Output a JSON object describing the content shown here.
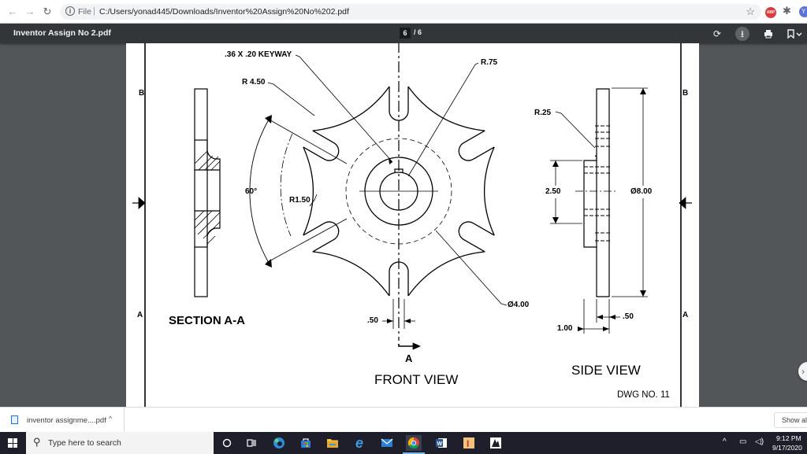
{
  "browser": {
    "back_icon": "arrow-left-icon",
    "forward_icon": "arrow-right-icon",
    "reload_icon": "reload-icon",
    "info_icon": "info-icon",
    "url_scheme_label": "File",
    "url_separator": "|",
    "url": "C:/Users/yonad445/Downloads/Inventor%20Assign%20No%202.pdf",
    "bookmark_icon": "star-icon",
    "extension_abp_label": "ABP",
    "extension_puzzle_icon": "puzzle-icon",
    "profile_initial": "Y"
  },
  "pdf_toolbar": {
    "title": "Inventor Assign No 2.pdf",
    "current_page": "6",
    "page_total": "/ 6",
    "rotate_icon": "rotate-icon",
    "download_icon": "download-icon",
    "print_icon": "print-icon",
    "more_icon": "bookmark-dropdown-icon"
  },
  "drawing": {
    "zone_b_left": "B",
    "zone_b_right": "B",
    "zone_a_left": "A",
    "zone_a_right": "A",
    "keyway_label": ".36 X .20 KEYWAY",
    "r75_label": "R.75",
    "r450_label": "R 4.50",
    "r25_label": "R.25",
    "angle_label": "60°",
    "r150_label": "R1.50",
    "height_250_label": "2.50",
    "diameter_800_label": "Ø8.00",
    "diameter_400_label": "Ø4.00",
    "width_50_front_label": ".50",
    "width_50_side_label": ".50",
    "width_100_label": "1.00",
    "section_title": "SECTION A-A",
    "cut_label": "A",
    "front_view_title": "FRONT VIEW",
    "side_view_title": "SIDE VIEW",
    "drawing_number": "DWG NO. 11"
  },
  "downloads": {
    "file_name": "inventor assignme....pdf",
    "caret_icon": "chevron-up-icon",
    "show_all_label": "Show all"
  },
  "taskbar": {
    "search_placeholder": "Type here to search",
    "time": "9:12 PM",
    "date": "9/17/2020",
    "apps": [
      "cortana-icon",
      "task-view-icon",
      "edge-icon",
      "store-icon",
      "file-explorer-icon",
      "ie-icon",
      "mail-icon",
      "chrome-icon",
      "word-icon",
      "inventor-icon",
      "photos-icon"
    ]
  },
  "colors": {
    "toolbar_bg": "#323639",
    "viewer_bg": "#525659",
    "taskbar_bg": "#1f1f2b",
    "abp_red": "#e23a3a"
  }
}
